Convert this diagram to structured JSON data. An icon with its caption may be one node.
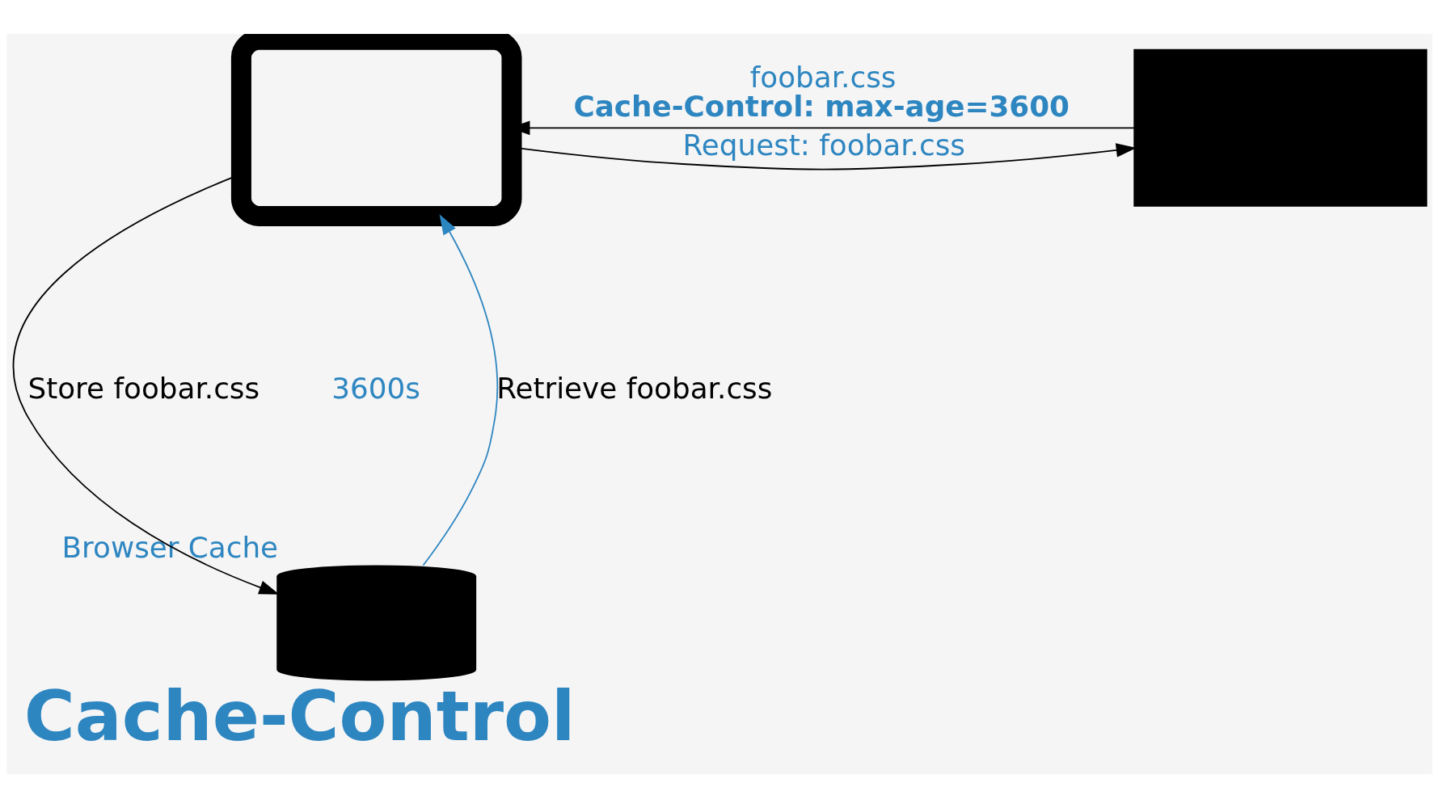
{
  "diagram": {
    "title": "Cache-Control",
    "nodes": [
      {
        "text": [],
        "shape": "laptop"
      },
      {
        "text": [],
        "shape": "server"
      },
      {
        "text": [
          "Browser Cache"
        ]
      }
    ],
    "edges": [
      {
        "from": 0,
        "to": 1,
        "arrow": "to",
        "label": "Request: foobar.css"
      },
      {
        "from": 1,
        "to": 0,
        "arrow": "to",
        "label": "foobar.css **Cache-Control: max-age=3600**"
      },
      {
        "from": 2,
        "to": 0,
        "arrow": "to",
        "label": "Retrieve foobar.css",
        "color": "#2e86c1"
      },
      {
        "from": 0,
        "to": 2,
        "arrow": "to",
        "label": "Store foobar.css"
      }
    ],
    "labels": [
      "3600s"
    ]
  }
}
